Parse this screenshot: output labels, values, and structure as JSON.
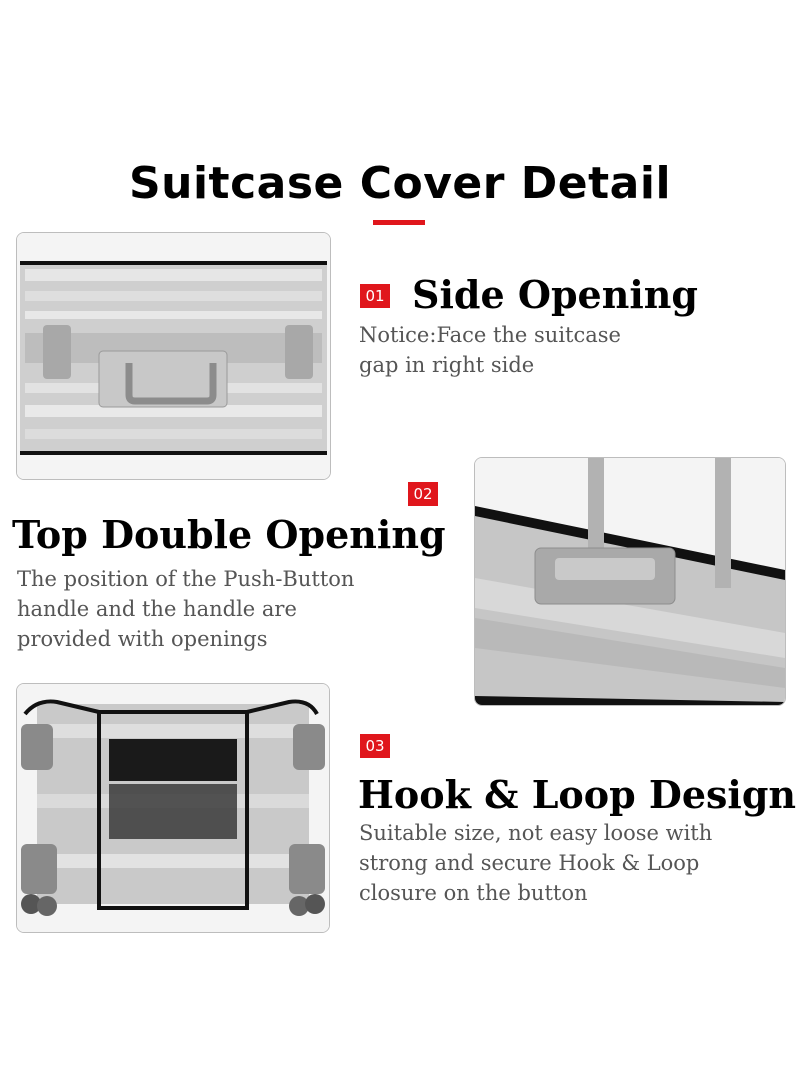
{
  "title": "Suitcase Cover Detail",
  "accent_color": "#e0161c",
  "sections": [
    {
      "number": "01",
      "heading": "Side Opening",
      "description": "Notice:Face the suitcase\ngap in right side"
    },
    {
      "number": "02",
      "heading": "Top Double Opening",
      "description": "The position of the Push-Button\nhandle and the handle are\nprovided with openings"
    },
    {
      "number": "03",
      "heading": "Hook & Loop Design",
      "description": "Suitable size, not easy loose with\nstrong and secure Hook & Loop\nclosure on the button"
    }
  ]
}
